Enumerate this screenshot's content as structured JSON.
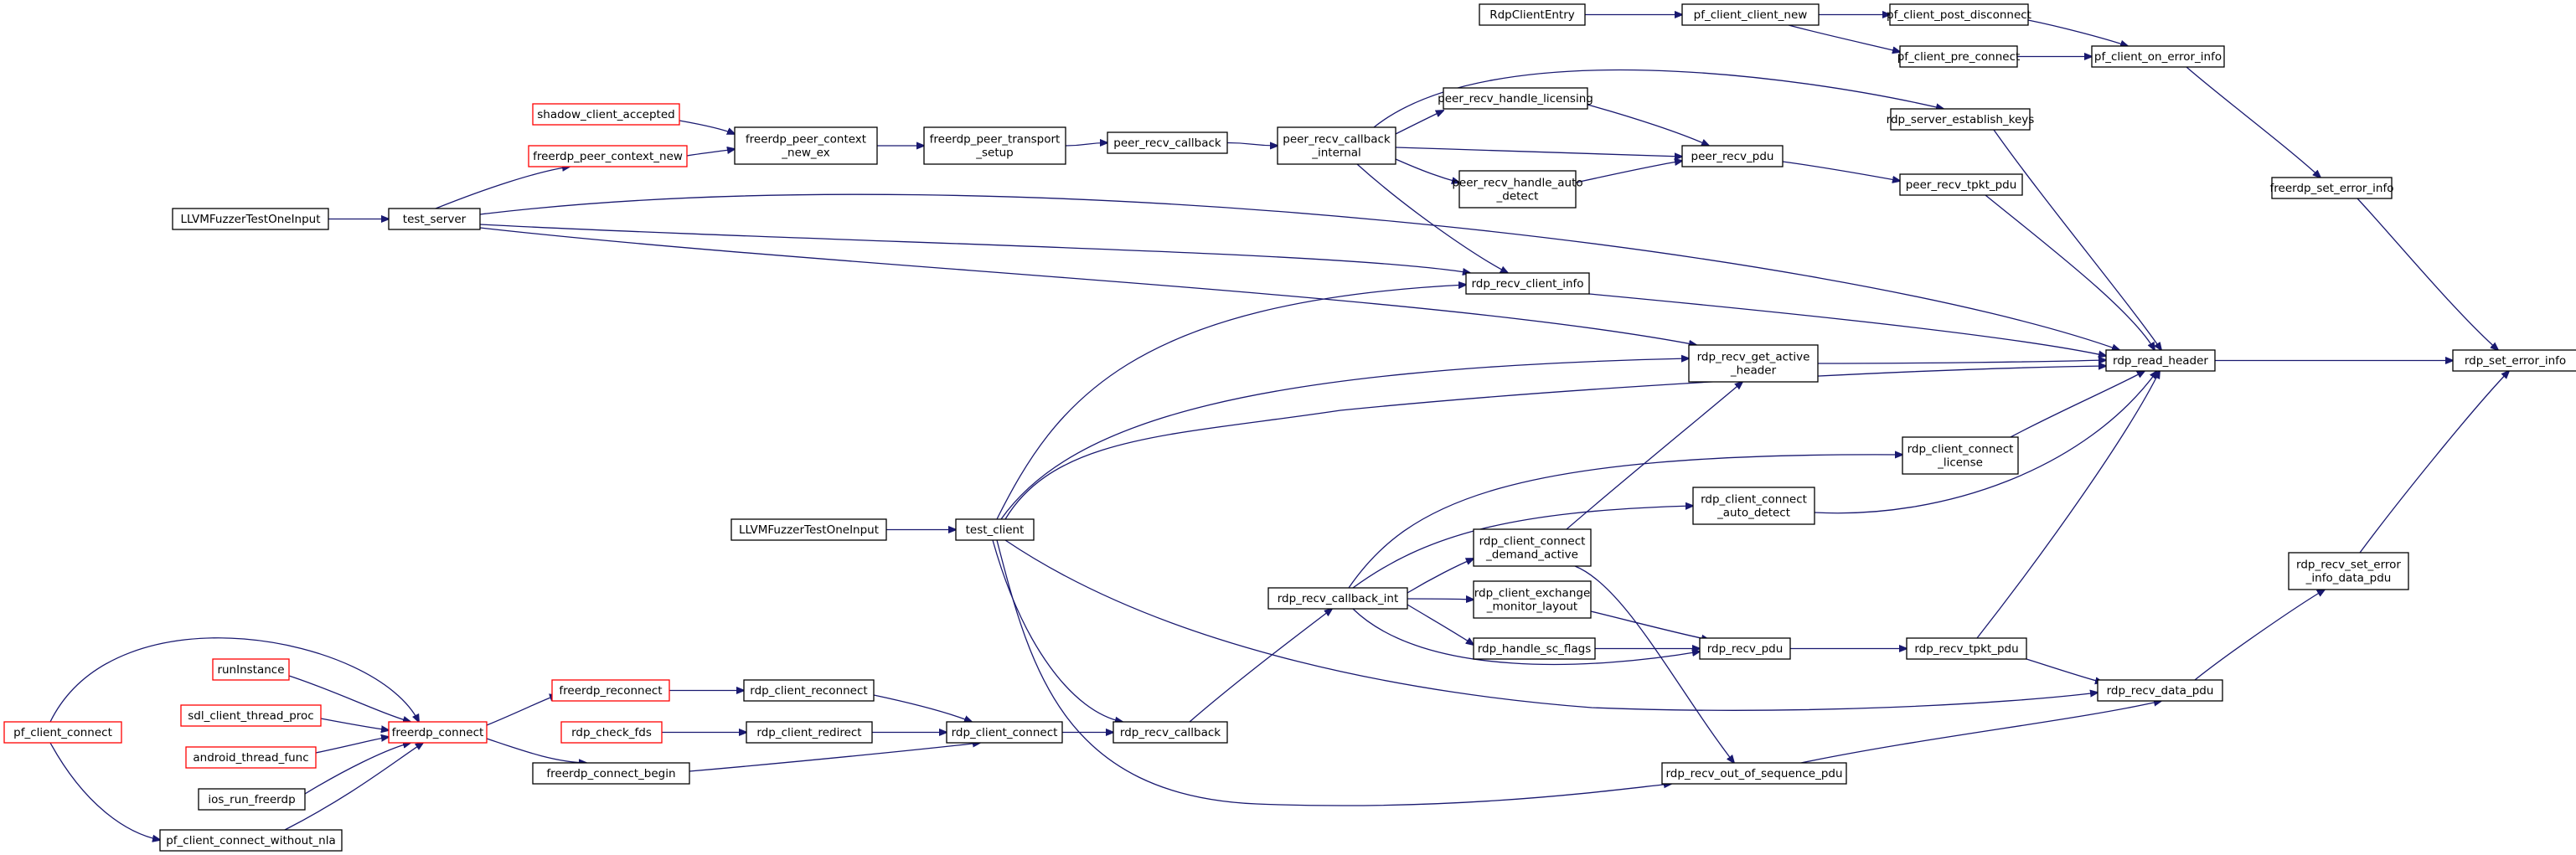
{
  "colors": {
    "edge": "#191970",
    "node_border": "#000000",
    "truncated_node_border": "#ff0000",
    "highlight_fill": "#bfbfbf",
    "background": "#ffffff"
  },
  "nodes": [
    {
      "id": "rdp_set_error_info",
      "lines": [
        "rdp_set_error_info"
      ],
      "style": "highlight"
    },
    {
      "id": "rdp_read_header",
      "lines": [
        "rdp_read_header"
      ],
      "style": "normal"
    },
    {
      "id": "freerdp_set_error_info",
      "lines": [
        "freerdp_set_error_info"
      ],
      "style": "normal"
    },
    {
      "id": "rdp_recv_set_error_info_data_pdu",
      "lines": [
        "rdp_recv_set_error",
        "_info_data_pdu"
      ],
      "style": "normal"
    },
    {
      "id": "pf_client_on_error_info",
      "lines": [
        "pf_client_on_error_info"
      ],
      "style": "normal"
    },
    {
      "id": "pf_client_post_disconnect",
      "lines": [
        "pf_client_post_disconnect"
      ],
      "style": "normal"
    },
    {
      "id": "pf_client_pre_connect",
      "lines": [
        "pf_client_pre_connect"
      ],
      "style": "normal"
    },
    {
      "id": "pf_client_client_new",
      "lines": [
        "pf_client_client_new"
      ],
      "style": "normal"
    },
    {
      "id": "RdpClientEntry",
      "lines": [
        "RdpClientEntry"
      ],
      "style": "normal"
    },
    {
      "id": "rdp_server_establish_keys",
      "lines": [
        "rdp_server_establish_keys"
      ],
      "style": "normal"
    },
    {
      "id": "peer_recv_tpkt_pdu",
      "lines": [
        "peer_recv_tpkt_pdu"
      ],
      "style": "normal"
    },
    {
      "id": "peer_recv_pdu",
      "lines": [
        "peer_recv_pdu"
      ],
      "style": "normal"
    },
    {
      "id": "peer_recv_handle_licensing",
      "lines": [
        "peer_recv_handle_licensing"
      ],
      "style": "normal"
    },
    {
      "id": "peer_recv_handle_auto_detect",
      "lines": [
        "peer_recv_handle_auto",
        "_detect"
      ],
      "style": "normal"
    },
    {
      "id": "peer_recv_callback_internal",
      "lines": [
        "peer_recv_callback",
        "_internal"
      ],
      "style": "normal"
    },
    {
      "id": "peer_recv_callback",
      "lines": [
        "peer_recv_callback"
      ],
      "style": "normal"
    },
    {
      "id": "freerdp_peer_transport_setup",
      "lines": [
        "freerdp_peer_transport",
        "_setup"
      ],
      "style": "normal"
    },
    {
      "id": "freerdp_peer_context_new_ex",
      "lines": [
        "freerdp_peer_context",
        "_new_ex"
      ],
      "style": "normal"
    },
    {
      "id": "shadow_client_accepted",
      "lines": [
        "shadow_client_accepted"
      ],
      "style": "truncated"
    },
    {
      "id": "freerdp_peer_context_new",
      "lines": [
        "freerdp_peer_context_new"
      ],
      "style": "truncated"
    },
    {
      "id": "test_server",
      "lines": [
        "test_server"
      ],
      "style": "normal"
    },
    {
      "id": "LLVMFuzzerTestOneInput_server",
      "lines": [
        "LLVMFuzzerTestOneInput"
      ],
      "style": "normal"
    },
    {
      "id": "rdp_recv_client_info",
      "lines": [
        "rdp_recv_client_info"
      ],
      "style": "normal"
    },
    {
      "id": "rdp_recv_get_active_header",
      "lines": [
        "rdp_recv_get_active",
        "_header"
      ],
      "style": "normal"
    },
    {
      "id": "rdp_client_connect_license",
      "lines": [
        "rdp_client_connect",
        "_license"
      ],
      "style": "normal"
    },
    {
      "id": "rdp_client_connect_auto_detect",
      "lines": [
        "rdp_client_connect",
        "_auto_detect"
      ],
      "style": "normal"
    },
    {
      "id": "rdp_client_connect_demand_active",
      "lines": [
        "rdp_client_connect",
        "_demand_active"
      ],
      "style": "normal"
    },
    {
      "id": "test_client",
      "lines": [
        "test_client"
      ],
      "style": "normal"
    },
    {
      "id": "LLVMFuzzerTestOneInput_client",
      "lines": [
        "LLVMFuzzerTestOneInput"
      ],
      "style": "normal"
    },
    {
      "id": "rdp_recv_callback_int",
      "lines": [
        "rdp_recv_callback_int"
      ],
      "style": "normal"
    },
    {
      "id": "rdp_client_exchange_monitor_layout",
      "lines": [
        "rdp_client_exchange",
        "_monitor_layout"
      ],
      "style": "normal"
    },
    {
      "id": "rdp_handle_sc_flags",
      "lines": [
        "rdp_handle_sc_flags"
      ],
      "style": "normal"
    },
    {
      "id": "rdp_recv_pdu",
      "lines": [
        "rdp_recv_pdu"
      ],
      "style": "normal"
    },
    {
      "id": "rdp_recv_tpkt_pdu",
      "lines": [
        "rdp_recv_tpkt_pdu"
      ],
      "style": "normal"
    },
    {
      "id": "rdp_recv_data_pdu",
      "lines": [
        "rdp_recv_data_pdu"
      ],
      "style": "normal"
    },
    {
      "id": "rdp_recv_out_of_sequence_pdu",
      "lines": [
        "rdp_recv_out_of_sequence_pdu"
      ],
      "style": "normal"
    },
    {
      "id": "rdp_recv_callback",
      "lines": [
        "rdp_recv_callback"
      ],
      "style": "normal"
    },
    {
      "id": "rdp_client_connect",
      "lines": [
        "rdp_client_connect"
      ],
      "style": "normal"
    },
    {
      "id": "rdp_client_reconnect",
      "lines": [
        "rdp_client_reconnect"
      ],
      "style": "normal"
    },
    {
      "id": "rdp_client_redirect",
      "lines": [
        "rdp_client_redirect"
      ],
      "style": "normal"
    },
    {
      "id": "rdp_check_fds",
      "lines": [
        "rdp_check_fds"
      ],
      "style": "truncated"
    },
    {
      "id": "freerdp_reconnect",
      "lines": [
        "freerdp_reconnect"
      ],
      "style": "truncated"
    },
    {
      "id": "freerdp_connect_begin",
      "lines": [
        "freerdp_connect_begin"
      ],
      "style": "normal"
    },
    {
      "id": "freerdp_connect",
      "lines": [
        "freerdp_connect"
      ],
      "style": "truncated"
    },
    {
      "id": "runInstance",
      "lines": [
        "runInstance"
      ],
      "style": "truncated"
    },
    {
      "id": "sdl_client_thread_proc",
      "lines": [
        "sdl_client_thread_proc"
      ],
      "style": "truncated"
    },
    {
      "id": "android_thread_func",
      "lines": [
        "android_thread_func"
      ],
      "style": "truncated"
    },
    {
      "id": "ios_run_freerdp",
      "lines": [
        "ios_run_freerdp"
      ],
      "style": "normal"
    },
    {
      "id": "pf_client_connect_without_nla",
      "lines": [
        "pf_client_connect_without_nla"
      ],
      "style": "normal"
    },
    {
      "id": "pf_client_connect",
      "lines": [
        "pf_client_connect"
      ],
      "style": "truncated"
    }
  ]
}
